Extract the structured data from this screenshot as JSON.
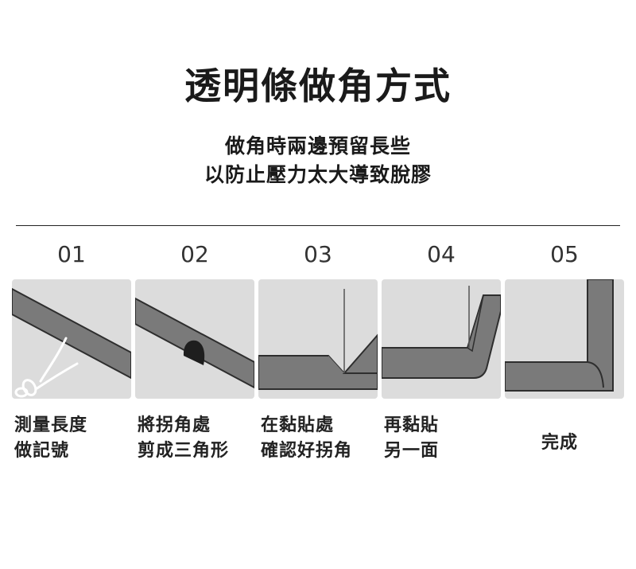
{
  "title": "透明條做角方式",
  "subtitle": [
    "做角時兩邊預留長些",
    "以防止壓力太大導致脫膠"
  ],
  "steps": [
    {
      "number": "01",
      "caption": [
        "測量長度",
        "做記號"
      ]
    },
    {
      "number": "02",
      "caption": [
        "將拐角處",
        "剪成三角形"
      ]
    },
    {
      "number": "03",
      "caption": [
        "在黏貼處",
        "確認好拐角"
      ]
    },
    {
      "number": "04",
      "caption": [
        "再黏貼",
        "另一面"
      ]
    },
    {
      "number": "05",
      "caption": [
        "完成"
      ]
    }
  ],
  "colors": {
    "panel_bg": "#dcdcdc",
    "strip": "#7a7a7a",
    "strip_edge": "#2e2e2e"
  }
}
